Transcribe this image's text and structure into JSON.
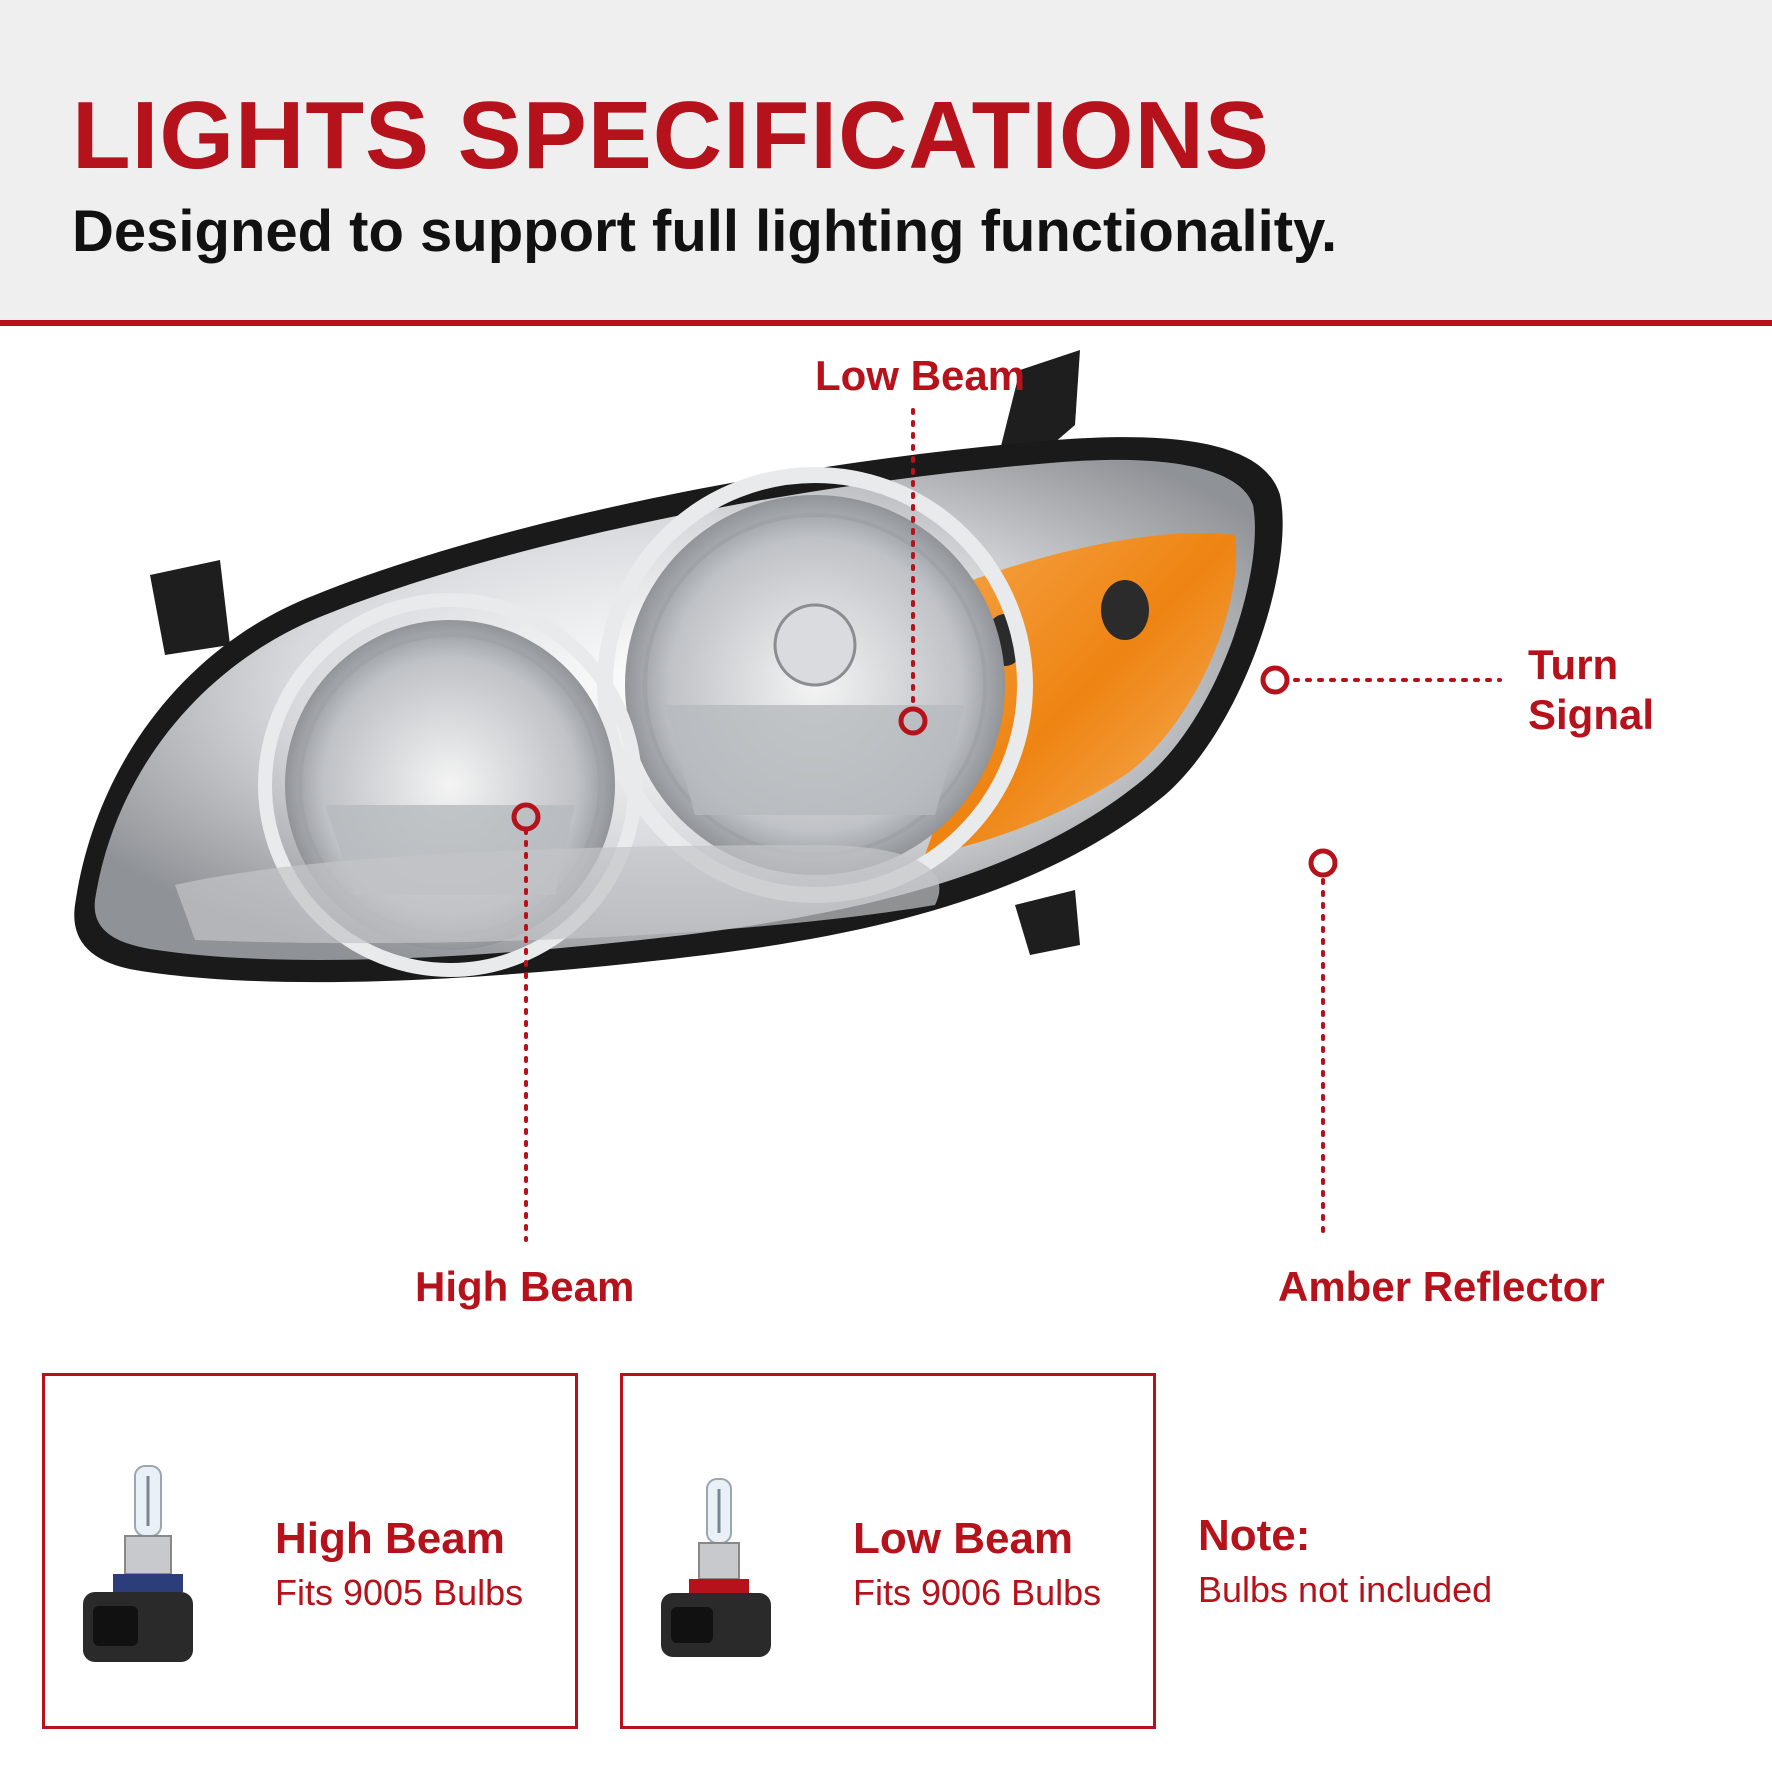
{
  "header": {
    "title": "LIGHTS SPECIFICATIONS",
    "subtitle": "Designed to support full lighting functionality."
  },
  "callouts": {
    "low_beam": "Low Beam",
    "turn_signal_line1": "Turn",
    "turn_signal_line2": "Signal",
    "high_beam": "High Beam",
    "amber_reflector": "Amber Reflector"
  },
  "cards": [
    {
      "title": "High Beam",
      "subtitle": "Fits 9005 Bulbs"
    },
    {
      "title": "Low Beam",
      "subtitle": "Fits 9006 Bulbs"
    }
  ],
  "note": {
    "title": "Note:",
    "subtitle": "Bulbs not included"
  },
  "colors": {
    "accent": "#b5121b",
    "header_bg": "#efefef",
    "amber": "#f08a1c",
    "chrome": "#c9ccd0"
  }
}
